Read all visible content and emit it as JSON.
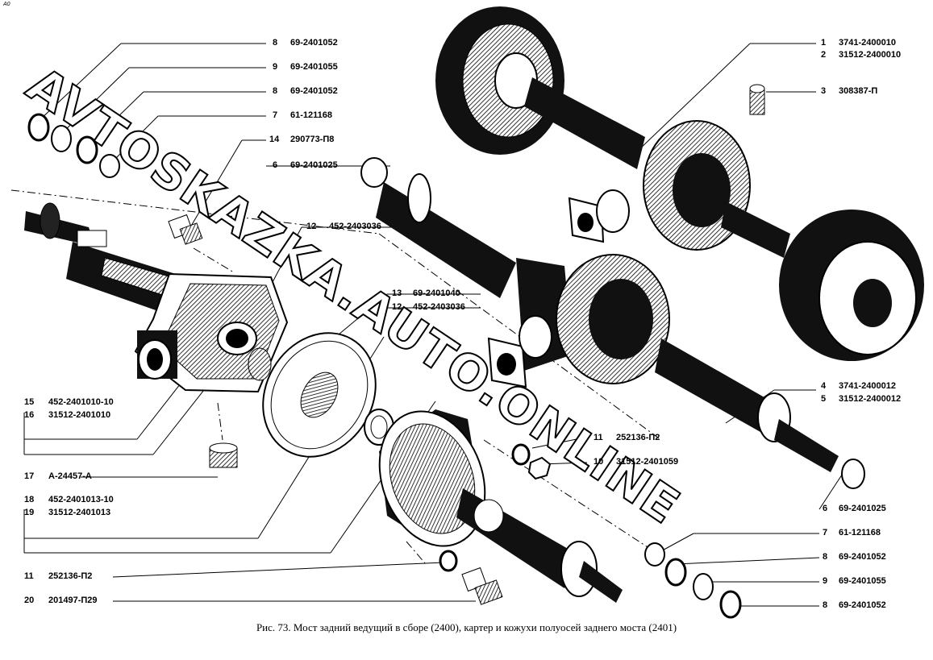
{
  "corner_mark": "A0",
  "watermark": "AVTOSKAZKA.AUTO.ONLINE",
  "caption": "Рис. 73. Мост задний ведущий в сборе (2400), картер и кожухи полуосей заднего моста (2401)",
  "callouts": [
    {
      "num": "8",
      "code": "69-2401052"
    },
    {
      "num": "9",
      "code": "69-2401055"
    },
    {
      "num": "8",
      "code": "69-2401052"
    },
    {
      "num": "7",
      "code": "61-121168"
    },
    {
      "num": "14",
      "code": "290773-П8"
    },
    {
      "num": "6",
      "code": "69-2401025"
    },
    {
      "num": "12",
      "code": "452-2403036"
    },
    {
      "num": "13",
      "code": "69-2401040"
    },
    {
      "num": "12",
      "code": "452-2403036"
    },
    {
      "num": "15",
      "code": "452-2401010-10"
    },
    {
      "num": "16",
      "code": "31512-2401010"
    },
    {
      "num": "17",
      "code": "А-24457-А"
    },
    {
      "num": "18",
      "code": "452-2401013-10"
    },
    {
      "num": "19",
      "code": "31512-2401013"
    },
    {
      "num": "11",
      "code": "252136-П2"
    },
    {
      "num": "20",
      "code": "201497-П29"
    },
    {
      "num": "1",
      "code": "3741-2400010"
    },
    {
      "num": "2",
      "code": "31512-2400010"
    },
    {
      "num": "3",
      "code": "308387-П"
    },
    {
      "num": "4",
      "code": "3741-2400012"
    },
    {
      "num": "5",
      "code": "31512-2400012"
    },
    {
      "num": "11",
      "code": "252136-П2"
    },
    {
      "num": "10",
      "code": "31512-2401059"
    },
    {
      "num": "6",
      "code": "69-2401025"
    },
    {
      "num": "7",
      "code": "61-121168"
    },
    {
      "num": "8",
      "code": "69-2401052"
    },
    {
      "num": "9",
      "code": "69-2401055"
    },
    {
      "num": "8",
      "code": "69-2401052"
    }
  ]
}
